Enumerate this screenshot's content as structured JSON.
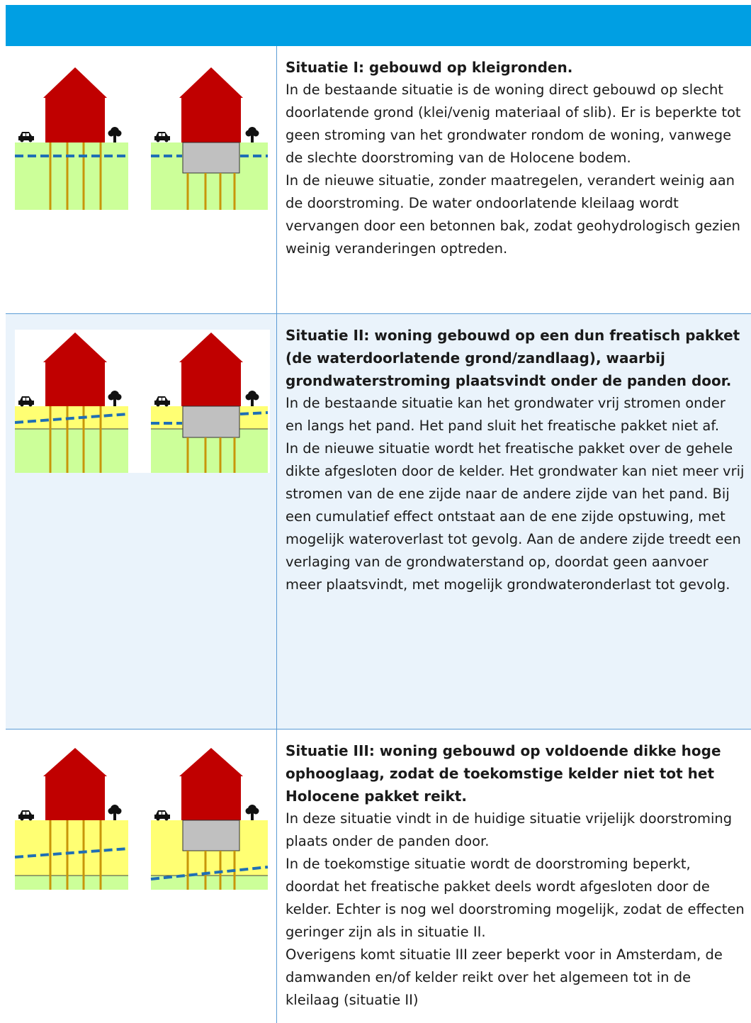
{
  "colors": {
    "header": "#009FE3",
    "border": "#5B9BD5",
    "house": "#C00000",
    "sand": "#FFFF73",
    "clay": "#CCFF99",
    "water": "#1F6FB5",
    "pile": "#C8960A",
    "basement": "#C0C0C0"
  },
  "icons": [
    "car-icon",
    "tree-icon"
  ],
  "rows": [
    {
      "title": "Situatie I: gebouwd op kleigronden.",
      "paragraphs": [
        "In de bestaande situatie is de woning direct gebouwd op slecht doorlatende grond (klei/venig materiaal of slib). Er is beperkte tot geen stroming van het grondwater rondom de woning, vanwege de slechte doorstroming van de Holocene bodem.",
        "In de nieuwe situatie, zonder maatregelen, verandert weinig aan de doorstroming. De water ondoorlatende kleilaag wordt vervangen door een betonnen bak, zodat geohydrologisch gezien weinig veranderingen optreden."
      ]
    },
    {
      "title": "Situatie II: woning gebouwd op een dun freatisch pakket (de waterdoorlatende grond/zandlaag), waarbij grondwaterstroming plaatsvindt onder de panden door.",
      "paragraphs": [
        "In de bestaande situatie kan het grondwater vrij stromen onder en langs het pand. Het pand sluit het freatische pakket niet af.",
        "In de nieuwe situatie wordt het freatische pakket over de gehele dikte afgesloten door de kelder. Het grondwater kan niet meer vrij stromen van de ene zijde naar de andere zijde van het pand. Bij een cumulatief effect ontstaat aan de ene zijde opstuwing, met mogelijk wateroverlast tot gevolg. Aan de andere zijde treedt een verlaging van de grondwaterstand op, doordat geen aanvoer meer plaatsvindt, met mogelijk grondwateronderlast tot gevolg."
      ]
    },
    {
      "title": "Situatie III: woning gebouwd op voldoende dikke hoge ophooglaag, zodat de toekomstige kelder niet tot het Holocene pakket reikt.",
      "paragraphs": [
        "In deze situatie vindt in de huidige situatie vrijelijk doorstroming plaats onder de panden door.",
        "In de toekomstige situatie wordt de doorstroming beperkt, doordat het freatische pakket deels wordt afgesloten door de kelder. Echter is nog wel doorstroming mogelijk, zodat de effecten geringer zijn als in situatie II.",
        "Overigens komt situatie III zeer beperkt voor in Amsterdam, de damwanden en/of kelder reikt over het algemeen tot in de kleilaag (situatie II)"
      ]
    }
  ]
}
